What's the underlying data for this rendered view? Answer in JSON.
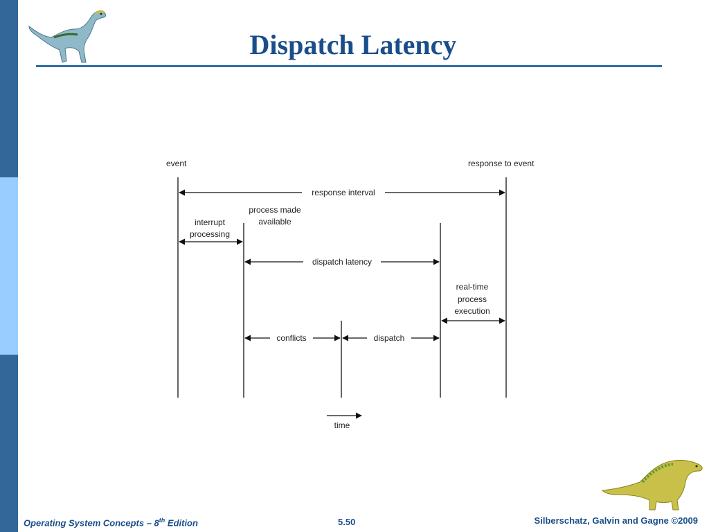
{
  "title": "Dispatch Latency",
  "diagram": {
    "labels": {
      "event": "event",
      "response_to_event": "response to event",
      "response_interval": "response interval",
      "interrupt_line1": "interrupt",
      "interrupt_line2": "processing",
      "process_made_line1": "process made",
      "process_made_line2": "available",
      "dispatch_latency": "dispatch latency",
      "realtime_line1": "real-time",
      "realtime_line2": "process",
      "realtime_line3": "execution",
      "conflicts": "conflicts",
      "dispatch": "dispatch",
      "time": "time"
    }
  },
  "footer": {
    "left_prefix": "Operating System Concepts – 8",
    "left_sup": "th",
    "left_suffix": " Edition",
    "page": "5.50",
    "right": "Silberschatz, Galvin and Gagne ©2009"
  },
  "colors": {
    "title": "#1a4e8a",
    "sidebar_dark": "#336699",
    "sidebar_light": "#99ccff",
    "rule": "#2e6ca4"
  },
  "icons": [
    "dinosaur-logo-top",
    "dinosaur-logo-bottom"
  ]
}
